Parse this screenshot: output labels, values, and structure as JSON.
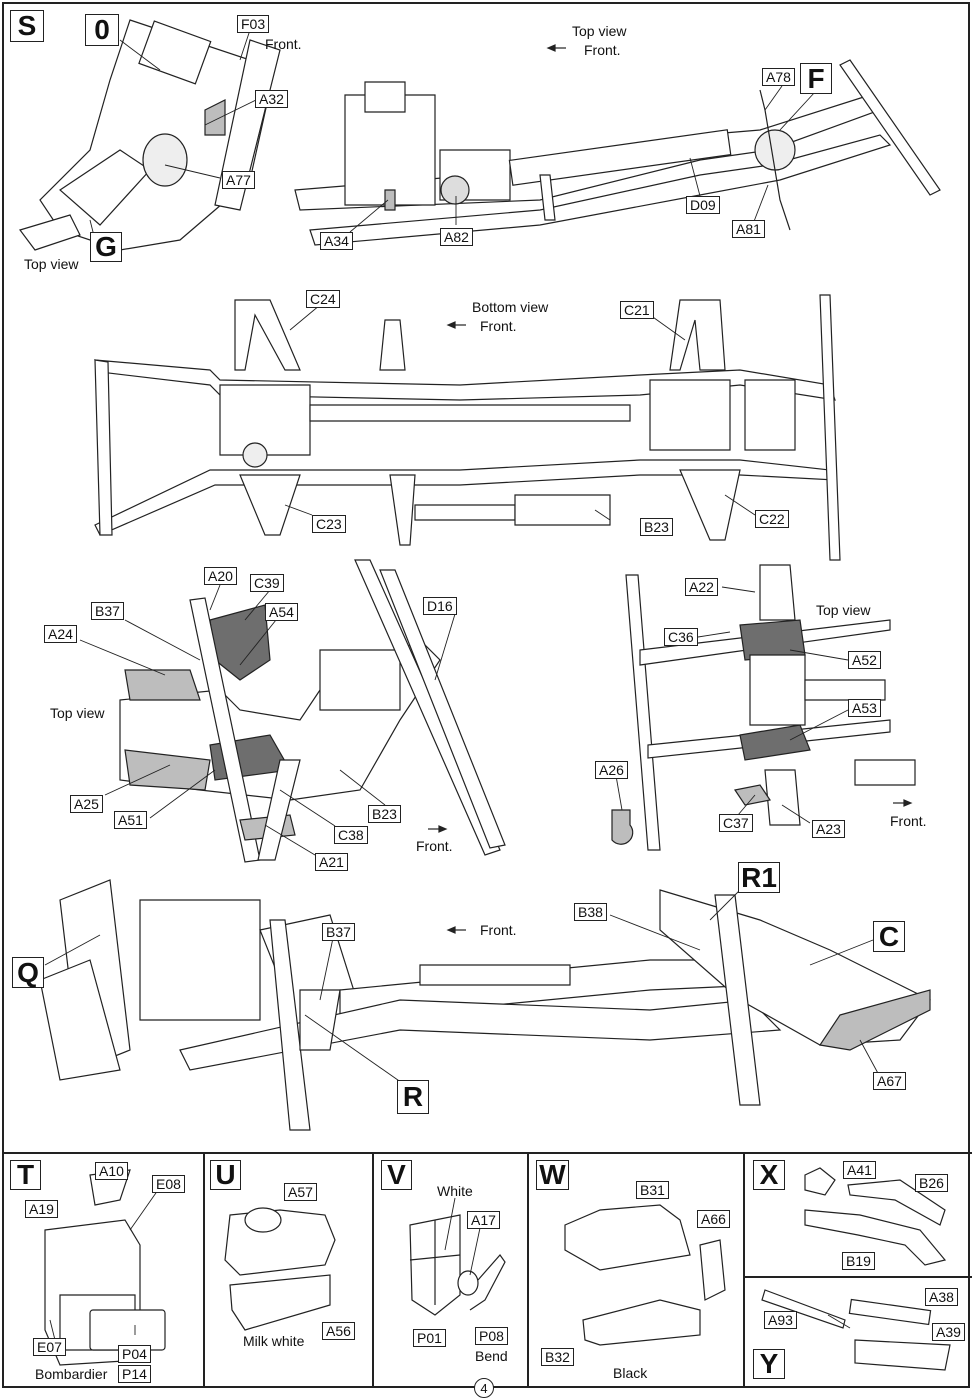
{
  "page": {
    "number": "4"
  },
  "panels": {
    "S": {
      "step": "S",
      "sub_steps": [
        "0",
        "G"
      ],
      "notes": {
        "view": "Top view",
        "front": "Front."
      },
      "parts": [
        "F03",
        "A32",
        "A77"
      ]
    },
    "F": {
      "step": "F",
      "notes": {
        "view": "Top view",
        "front": "Front."
      },
      "parts": [
        "A78",
        "A34",
        "A82",
        "D09",
        "A81"
      ]
    },
    "bottom": {
      "notes": {
        "view": "Bottom view",
        "front": "Front."
      },
      "parts": [
        "C24",
        "C21",
        "C23",
        "B23",
        "C22"
      ]
    },
    "front_suspension": {
      "notes": {
        "view": "Top view",
        "front": "Front."
      },
      "parts": [
        "A20",
        "C39",
        "B37",
        "A54",
        "A24",
        "D16",
        "A25",
        "A51",
        "B23",
        "C38",
        "A21"
      ]
    },
    "rear_suspension": {
      "notes": {
        "view": "Top view",
        "front": "Front."
      },
      "parts": [
        "A22",
        "C36",
        "A52",
        "A53",
        "A26",
        "C37",
        "A23"
      ]
    },
    "full_chassis": {
      "sub_steps": [
        "Q",
        "R",
        "R1",
        "C"
      ],
      "notes": {
        "front": "Front."
      },
      "parts": [
        "B37",
        "B38",
        "A67"
      ]
    },
    "T": {
      "step": "T",
      "parts": [
        "A10",
        "A19",
        "E08",
        "E07",
        "P04",
        "P14"
      ],
      "notes": {
        "color": "Bombardier"
      }
    },
    "U": {
      "step": "U",
      "parts": [
        "A57",
        "A56"
      ],
      "notes": {
        "color": "Milk white"
      }
    },
    "V": {
      "step": "V",
      "parts": [
        "A17",
        "P01",
        "P08"
      ],
      "notes": {
        "color": "White",
        "instruction": "Bend"
      }
    },
    "W": {
      "step": "W",
      "parts": [
        "B31",
        "A66",
        "B32"
      ],
      "notes": {
        "color": "Black"
      }
    },
    "X": {
      "step": "X",
      "parts": [
        "A41",
        "B26",
        "B19"
      ]
    },
    "Y": {
      "step": "Y",
      "parts": [
        "A38",
        "A93",
        "A39"
      ]
    }
  },
  "colors": {
    "line": "#222222",
    "part_gray": "#bdbdbd",
    "part_dark": "#6e6e6e"
  }
}
